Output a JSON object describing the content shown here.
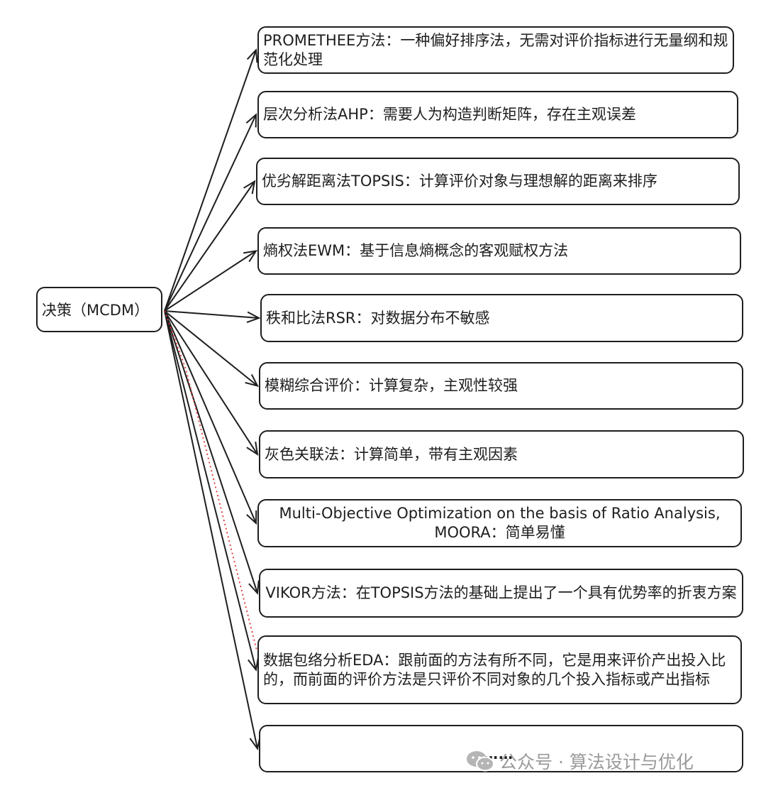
{
  "root": {
    "label": "决策（MCDM）"
  },
  "branches": [
    {
      "label": "PROMETHEE方法：一种偏好排序法，无需对评价指标进行无量纲和规范化处理",
      "align": "left"
    },
    {
      "label": "层次分析法AHP：需要人为构造判断矩阵，存在主观误差",
      "align": "left"
    },
    {
      "label": "优劣解距离法TOPSIS：计算评价对象与理想解的距离来排序",
      "align": "left"
    },
    {
      "label": "熵权法EWM：基于信息熵概念的客观赋权方法",
      "align": "left"
    },
    {
      "label": "秩和比法RSR：对数据分布不敏感",
      "align": "left"
    },
    {
      "label": "模糊综合评价：计算复杂，主观性较强",
      "align": "left"
    },
    {
      "label": "灰色关联法：计算简单，带有主观因素",
      "align": "left"
    },
    {
      "label": "Multi-Objective Optimization on the basis of Ratio Analysis, MOORA：简单易懂",
      "align": "center"
    },
    {
      "label": "VIKOR方法：在TOPSIS方法的基础上提出了一个具有优势率的折衷方案",
      "align": "center"
    },
    {
      "label": "数据包络分析EDA：跟前面的方法有所不同，它是用来评价产出投入比的，而前面的评价方法是只评价不同对象的几个投入指标或产出指标",
      "align": "left"
    },
    {
      "label": "",
      "align": "center"
    }
  ],
  "placeholder_text": "……",
  "watermark": {
    "text": "公众号 · 算法设计与优化",
    "icon": "wechat-icon"
  },
  "colors": {
    "stroke": "#1e1e1e",
    "dotted_link": "#e03131",
    "watermark": "#9a9a9a"
  }
}
